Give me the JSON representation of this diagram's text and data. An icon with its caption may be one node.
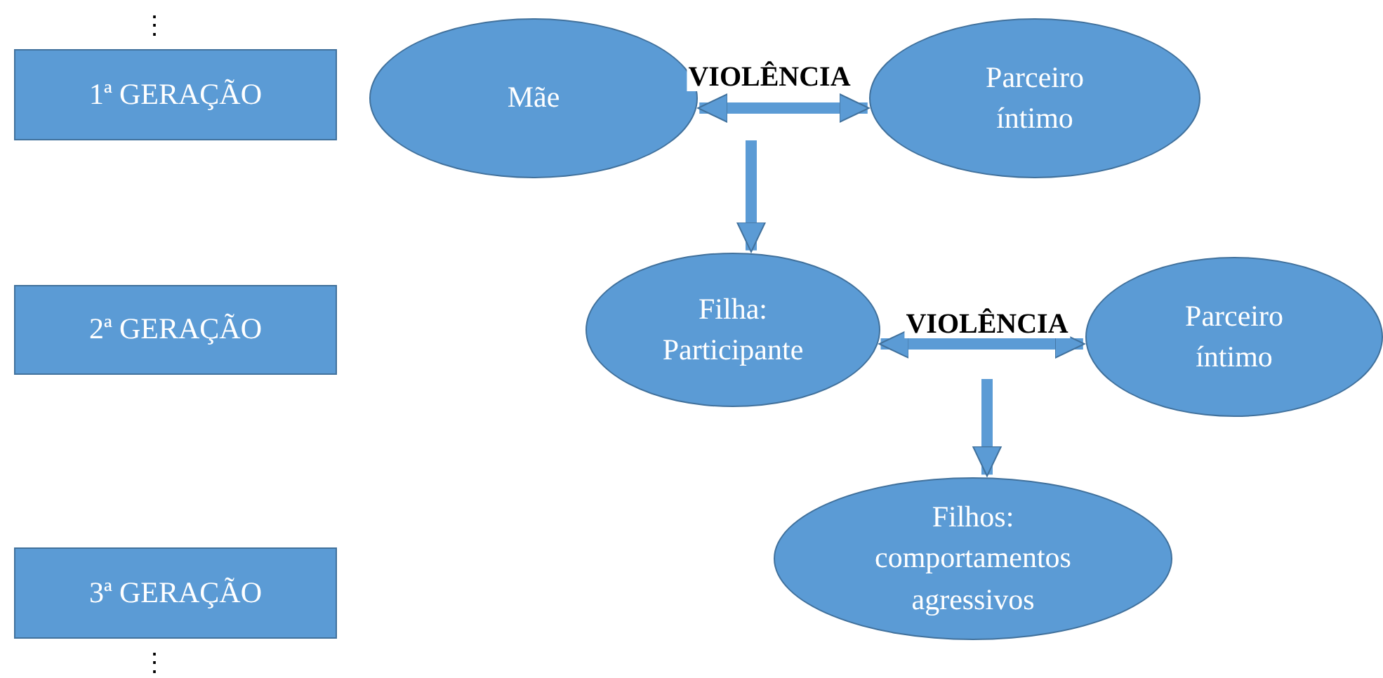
{
  "diagram": {
    "nodes": [
      {
        "text": [
          "1ª GERAÇÃO"
        ],
        "beside": [
          "⋮"
        ]
      },
      {
        "text": [
          "Mãe"
        ]
      },
      {
        "text": [
          "Parceiro íntimo"
        ]
      },
      {
        "text": [
          "2ª GERAÇÃO"
        ]
      },
      {
        "text": [
          "Filha: Participante"
        ]
      },
      {
        "text": [
          "Parceiro íntimo"
        ]
      },
      {
        "text": [
          "3ª GERAÇÃO"
        ],
        "beside": [
          "⋮"
        ]
      },
      {
        "text": [
          "Filhos: comportamentos agressivos"
        ]
      }
    ],
    "edges": [
      {
        "from": 1,
        "to": 2,
        "arrow": "both",
        "label": "VIOLÊNCIA"
      },
      {
        "from": null,
        "to": 4,
        "arrow": "to"
      },
      {
        "from": 4,
        "to": 5,
        "arrow": "both",
        "label": "VIOLÊNCIA"
      },
      {
        "from": null,
        "to": 7,
        "arrow": "to"
      }
    ]
  }
}
